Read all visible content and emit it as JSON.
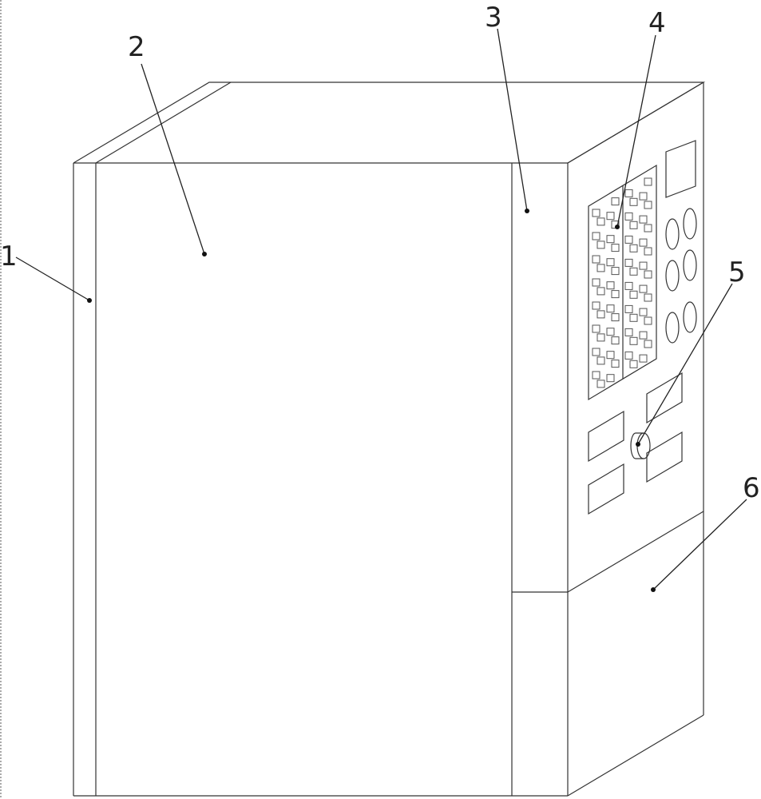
{
  "figure": {
    "labels": [
      {
        "id": "1",
        "text": "1"
      },
      {
        "id": "2",
        "text": "2"
      },
      {
        "id": "3",
        "text": "3"
      },
      {
        "id": "4",
        "text": "4"
      },
      {
        "id": "5",
        "text": "5"
      },
      {
        "id": "6",
        "text": "6"
      }
    ]
  },
  "colors": {
    "line": "#333333",
    "background": "#ffffff"
  }
}
